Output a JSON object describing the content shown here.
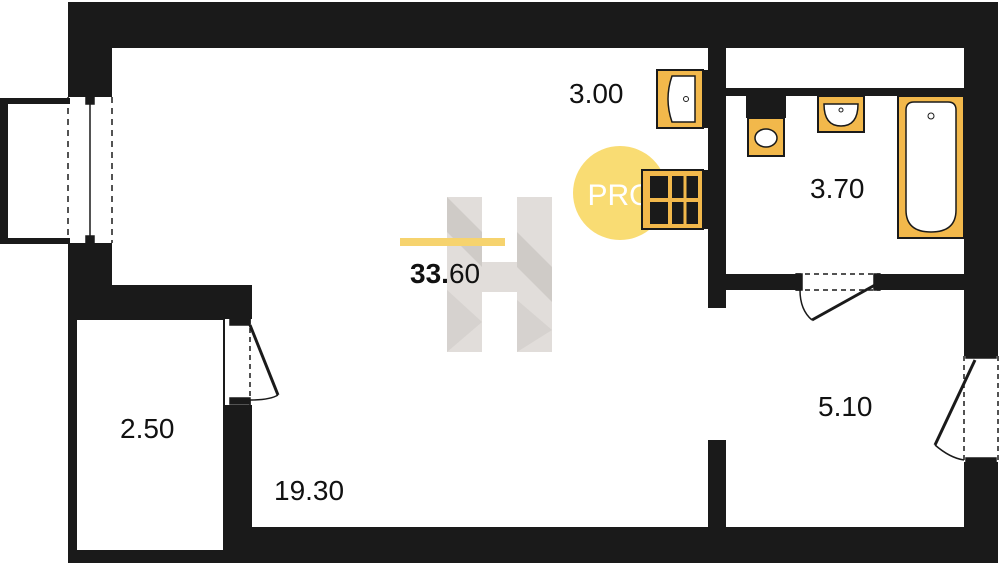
{
  "plan": {
    "total_area": {
      "whole": "33.",
      "decimal": "60"
    },
    "rooms": [
      {
        "id": "kitchen-niche",
        "area": "3.00"
      },
      {
        "id": "bathroom",
        "area": "3.70"
      },
      {
        "id": "storage",
        "area": "2.50"
      },
      {
        "id": "living-room",
        "area": "19.30"
      },
      {
        "id": "hallway",
        "area": "5.10"
      }
    ],
    "badge": "PRO",
    "colors": {
      "wall": "#1a1a1a",
      "fixture": "#f2b84b",
      "badge": "#f9dc73",
      "accent_line": "#f6d36e",
      "watermark": "#c9c2bc"
    }
  }
}
